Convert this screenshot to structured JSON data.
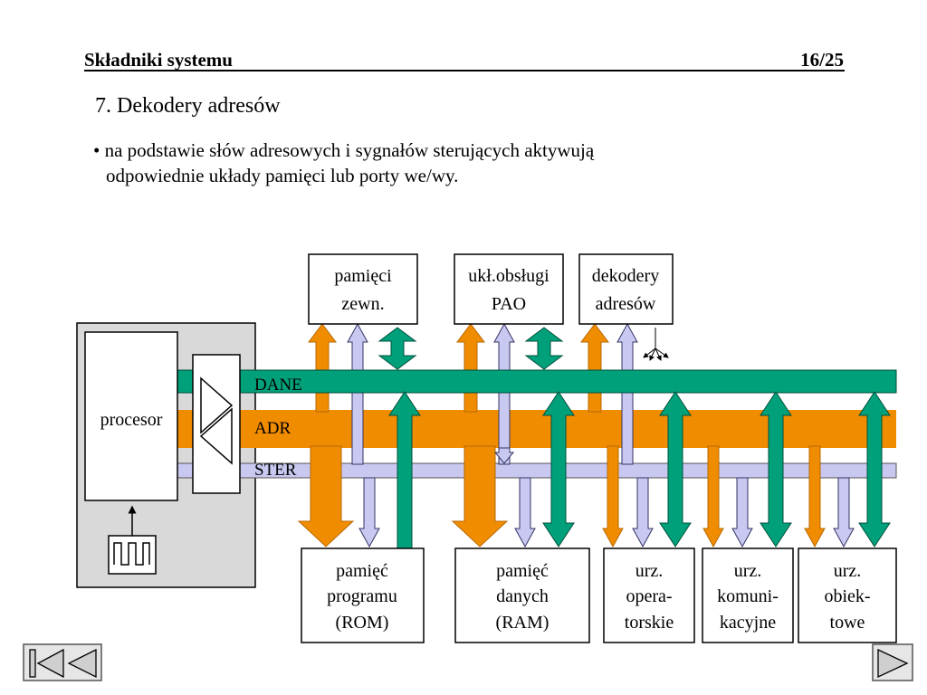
{
  "header": {
    "title": "Składniki systemu",
    "page": "16/25"
  },
  "heading": "7. Dekodery adresów",
  "bullet": {
    "line1": "• na podstawie słów adresowych i sygnałów sterujących aktywują",
    "line2": "odpowiednie układy pamięci lub porty we/wy."
  },
  "diagram": {
    "processor_label": "procesor",
    "buses": {
      "data": "DANE",
      "address": "ADR",
      "control": "STER"
    },
    "top_blocks": [
      {
        "line1": "pamięci",
        "line2": "zewn."
      },
      {
        "line1": "ukł.obsługi",
        "line2": "PAO"
      },
      {
        "line1": "dekodery",
        "line2": "adresów"
      }
    ],
    "bottom_blocks": [
      {
        "line1": "pamięć",
        "line2": "programu",
        "line3": "(ROM)"
      },
      {
        "line1": "pamięć",
        "line2": "danych",
        "line3": "(RAM)"
      },
      {
        "line1": "urz.",
        "line2": "opera-",
        "line3": "torskie"
      },
      {
        "line1": "urz.",
        "line2": "komuni-",
        "line3": "kacyjne"
      },
      {
        "line1": "urz.",
        "line2": "obiek-",
        "line3": "towe"
      }
    ],
    "colors": {
      "data_bus": "#00a07a",
      "address_bus": "#f08c00",
      "control_bus": "#c8c8f0",
      "processor_panel": "#d9d9d9"
    }
  },
  "nav": {
    "first_icon": "first-slide-icon",
    "prev_icon": "previous-slide-icon",
    "next_icon": "next-slide-icon"
  }
}
